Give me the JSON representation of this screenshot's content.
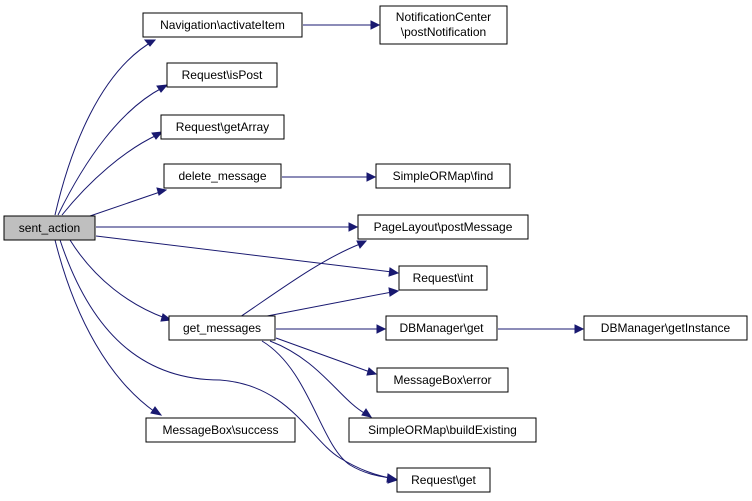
{
  "nodes": {
    "sent_action": "sent_action",
    "activate_item": "Navigation\\activateItem",
    "post_notification_line1": "NotificationCenter",
    "post_notification_line2": "\\postNotification",
    "is_post": "Request\\isPost",
    "get_array": "Request\\getArray",
    "delete_message": "delete_message",
    "orm_find": "SimpleORMap\\find",
    "post_message": "PageLayout\\postMessage",
    "request_int": "Request\\int",
    "get_messages": "get_messages",
    "db_get": "DBManager\\get",
    "db_get_instance": "DBManager\\getInstance",
    "msgbox_error": "MessageBox\\error",
    "msgbox_success": "MessageBox\\success",
    "build_existing": "SimpleORMap\\buildExisting",
    "request_get": "Request\\get"
  },
  "colors": {
    "edge": "#191970",
    "root_fill": "#bfbfbf",
    "node_fill": "#ffffff"
  }
}
